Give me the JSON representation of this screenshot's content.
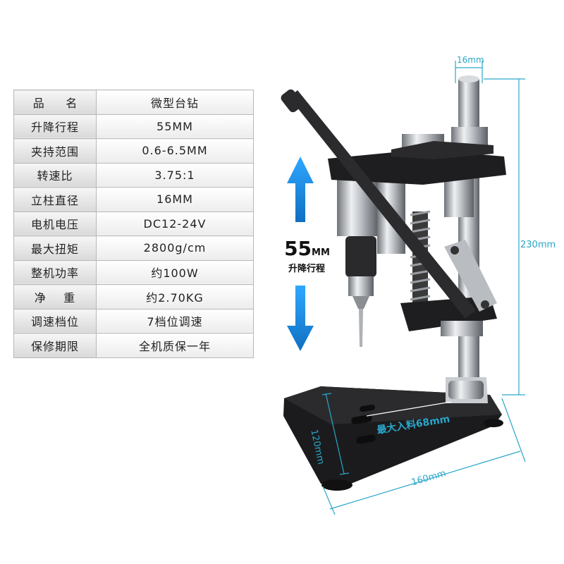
{
  "specs": [
    {
      "label": "品      名",
      "value": "微型台钻"
    },
    {
      "label": "升降行程",
      "value": "55MM"
    },
    {
      "label": "夹持范围",
      "value": "0.6-6.5MM"
    },
    {
      "label": "转速比",
      "value": "3.75:1"
    },
    {
      "label": "立柱直径",
      "value": "16MM"
    },
    {
      "label": "电机电压",
      "value": "DC12-24V"
    },
    {
      "label": "最大扭矩",
      "value": "2800g/cm"
    },
    {
      "label": "整机功率",
      "value": "约100W"
    },
    {
      "label": "净    重",
      "value": "约2.70KG"
    },
    {
      "label": "调速档位",
      "value": "7档位调速"
    },
    {
      "label": "保修期限",
      "value": "全机质保一年"
    }
  ],
  "stroke": {
    "number": "55",
    "unit": "MM",
    "caption": "升降行程"
  },
  "dimensions": {
    "column": "16mm",
    "height": "230mm",
    "width": "160mm",
    "depth": "120mm",
    "max_feed": "最大入料68mm"
  },
  "colors": {
    "arrow": "#1f8fe0",
    "dim_line": "#2aa6c9",
    "base": "#1b1b1d"
  }
}
